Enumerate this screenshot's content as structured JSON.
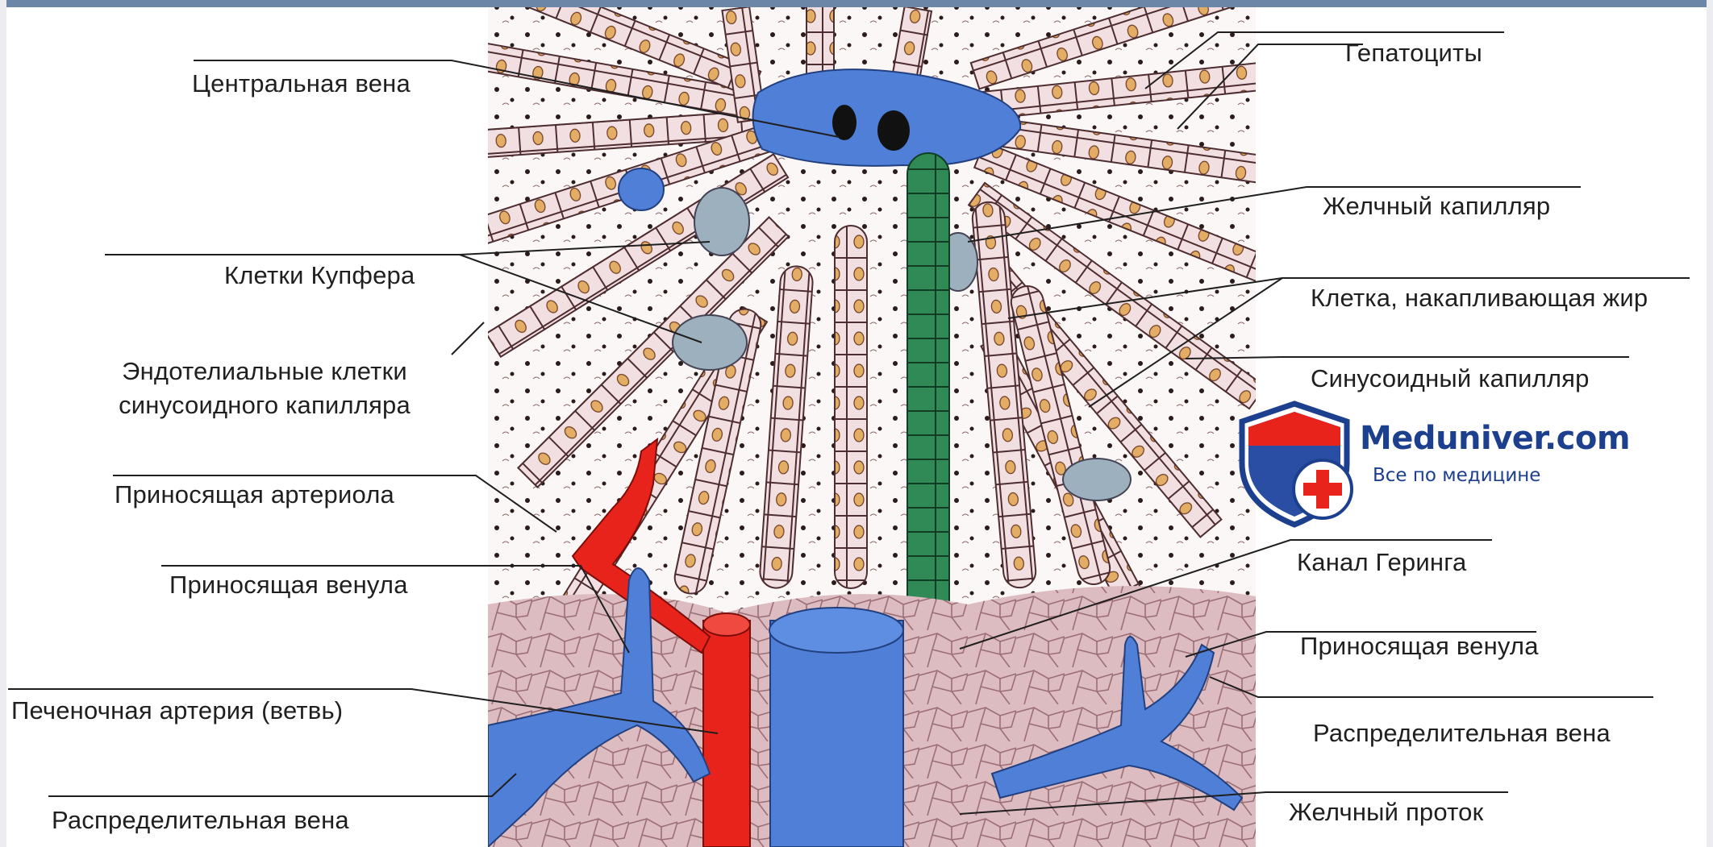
{
  "labels": {
    "hepatocytes": "Гепатоциты",
    "central_vein": "Центральная вена",
    "bile_capillary": "Желчный капилляр",
    "kupffer_cells": "Клетки Купфера",
    "fat_storing_cell": "Клетка, накапливающая жир",
    "endothelial_cells": "Эндотелиальные клетки синусоидного капилляра",
    "sinusoid_capillary": "Синусоидный капилляр",
    "afferent_arteriole": "Приносящая артериола",
    "hering_canal": "Канал Геринга",
    "afferent_venule_left": "Приносящая венула",
    "afferent_venule_right": "Приносящая венула",
    "hepatic_artery": "Печеночная артерия (ветвь)",
    "distributing_vein_right": "Распределительная вена",
    "distributing_vein_left": "Распределительная вена",
    "bile_duct": "Желчный проток"
  },
  "brand": {
    "name": "Meduniver.com",
    "tagline": "Все по медицине"
  },
  "icons": {
    "logo": "shield-cross-icon"
  },
  "colors": {
    "hepatocyte": "#f1d8dd",
    "nucleus": "#e8b873",
    "vein": "#4f7fd6",
    "artery": "#e8231c",
    "bile": "#2f8a55",
    "stroma": "#d9b6bb",
    "frame": "#6c86a8",
    "brand": "#1c3f8e"
  }
}
